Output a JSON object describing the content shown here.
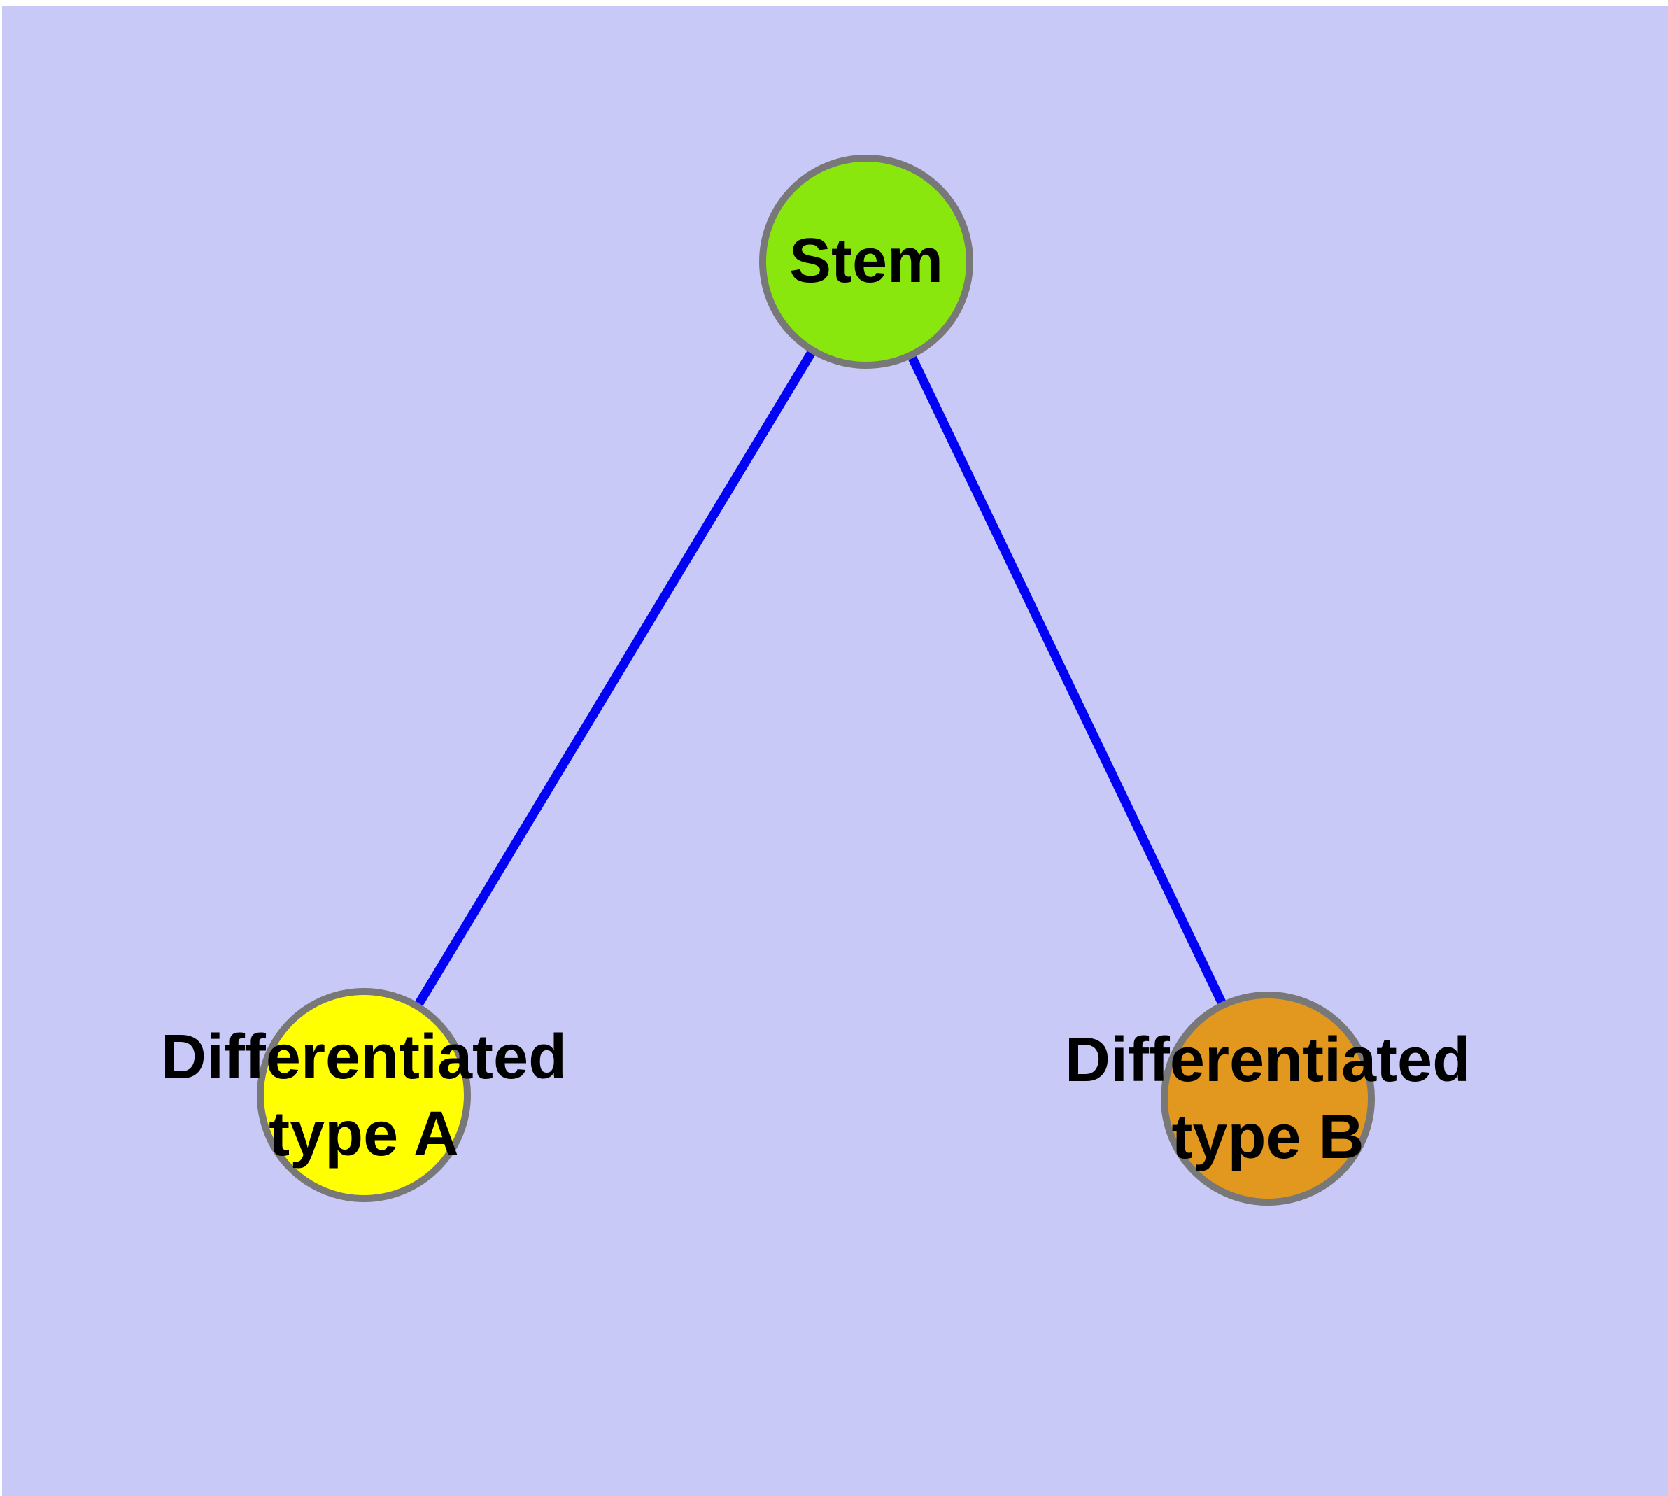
{
  "diagram": {
    "type": "graph",
    "description": "Stem cell differentiation tree: one stem node with two differentiated child nodes",
    "colors": {
      "panel_background": "#c9c9f7",
      "page_background": "#ffffff",
      "edge_color": "#0202f5",
      "node_border_color": "#787878",
      "text_color": "#000000",
      "stem_fill": "#8ae70e",
      "type_a_fill": "#ffff00",
      "type_b_fill": "#e2981f"
    },
    "nodes": {
      "stem": {
        "label": "Stem"
      },
      "type_a": {
        "label_line1": "Differentiated",
        "label_line2": "type A"
      },
      "type_b": {
        "label_line1": "Differentiated",
        "label_line2": "type B"
      }
    },
    "edges": [
      {
        "from": "Stem",
        "to": "Differentiated type A"
      },
      {
        "from": "Stem",
        "to": "Differentiated type B"
      }
    ]
  }
}
